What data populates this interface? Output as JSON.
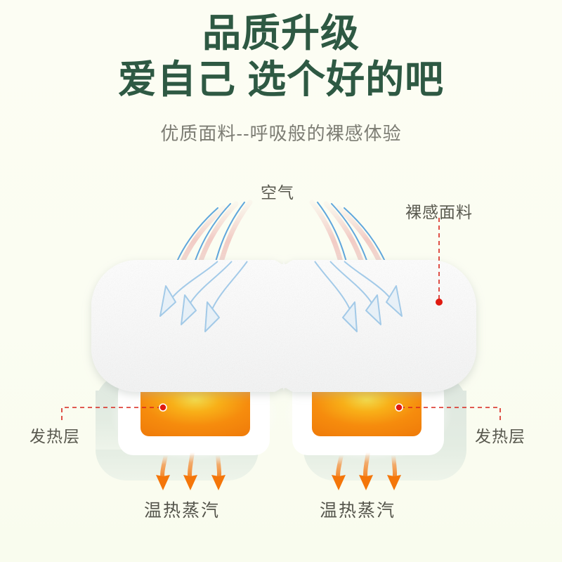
{
  "page": {
    "background_color": "#fbfdf2",
    "brand_green": "#2e5943",
    "accent_orange": "#f57f14",
    "annotation_red": "#d8251c",
    "airflow_blue": "#5fa6dc",
    "airflow_pink": "#f0c4c0"
  },
  "header": {
    "title_line1": "品质升级",
    "title_line2": "爱自己 选个好的吧",
    "subtitle": "优质面料--呼吸般的裸感体验"
  },
  "diagram": {
    "air_label": "空气",
    "fabric_label": "裸感面料",
    "heating_layer_label_left": "发热层",
    "heating_layer_label_right": "发热层",
    "steam_label_left": "温热蒸汽",
    "steam_label_right": "温热蒸汽",
    "airflow_arrow_count": 6,
    "steam_arrow_count_per_side": 3,
    "pad_count": 2,
    "heating_patch_count": 2,
    "callout_dot_count": 3
  }
}
